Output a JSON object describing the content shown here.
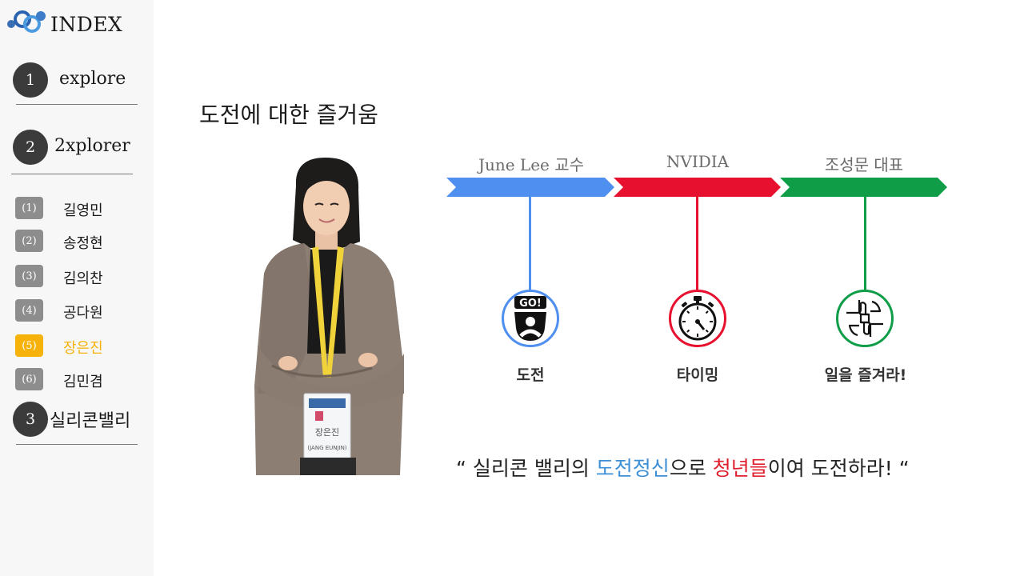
{
  "sidebar": {
    "title": "INDEX",
    "sections": [
      {
        "number": "1",
        "label": "explore"
      },
      {
        "number": "2",
        "label": "2xplorer"
      },
      {
        "number": "3",
        "label": "실리콘밸리"
      }
    ],
    "items": [
      {
        "badge": "(1)",
        "name": "길영민"
      },
      {
        "badge": "(2)",
        "name": "송정현"
      },
      {
        "badge": "(3)",
        "name": "김의찬"
      },
      {
        "badge": "(4)",
        "name": "공다원"
      },
      {
        "badge": "(5)",
        "name": "장은진"
      },
      {
        "badge": "(6)",
        "name": "김민겸"
      }
    ],
    "active_color": "#f6b208"
  },
  "main": {
    "title": "도전에 대한 즐거움",
    "photo_badge": {
      "name": "장은진",
      "romanized": "(JANG EUNJIN)"
    },
    "timeline": {
      "stages": [
        {
          "label": "June Lee 교수",
          "color": "#4f8ff0"
        },
        {
          "label": "NVIDIA",
          "color": "#e8102f"
        },
        {
          "label": "조성문 대표",
          "color": "#0f9d48"
        }
      ],
      "icons": [
        {
          "icon": "go-steering-wheel-icon",
          "label": "도전",
          "badge_text": "GO!"
        },
        {
          "icon": "stopwatch-icon",
          "label": "타이밍"
        },
        {
          "icon": "joined-hands-icon",
          "label": "일을 즐겨라!"
        }
      ]
    },
    "quote": {
      "open": "“ 실리콘 밸리의 ",
      "highlight1": "도전정신",
      "mid": "으로 ",
      "highlight2": "청년들",
      "close": "이여 도전하라! “"
    }
  }
}
